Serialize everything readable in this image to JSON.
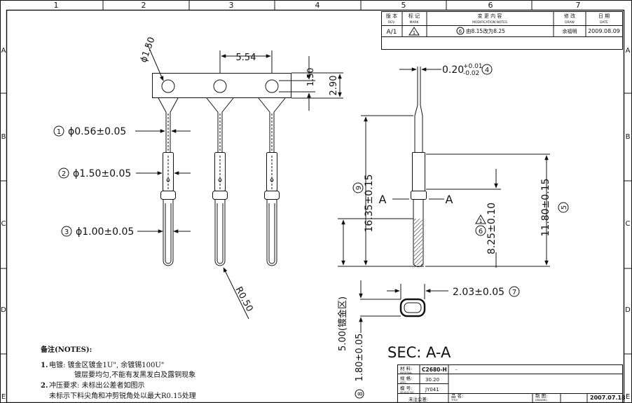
{
  "grid": {
    "columns": [
      "1",
      "2",
      "3",
      "4",
      "5",
      "6",
      "7"
    ],
    "rows": [
      "A",
      "B",
      "C",
      "D",
      "E"
    ]
  },
  "revision_table": {
    "headers": {
      "rev": "版 本",
      "rev_en": "REV.",
      "mark": "标 记",
      "mark_en": "MARK",
      "desc": "变 更 内 容",
      "desc_en": "MODIFICATION NOTES",
      "drawn": "修 改",
      "drawn_en": "DRAW",
      "date": "日 期",
      "date_en": "DATE"
    },
    "row": {
      "rev": "A/1",
      "mark": "1",
      "item": "6",
      "desc": "由8.15改为8.25",
      "drawn": "余福明",
      "date": "2009.08.09"
    }
  },
  "dimensions": {
    "phi150": "ϕ1.50",
    "d554": "5.54",
    "d150": "1.50",
    "d290": "2.90",
    "item1_num": "1",
    "item1": "ϕ0.56±0.05",
    "item2_num": "2",
    "item2": "ϕ1.50±0.05",
    "item3_num": "3",
    "item3": "ϕ1.00±0.05",
    "r050": "R0.50",
    "thick_base": "0.20",
    "thick_tol_plus": "+0.01",
    "thick_tol_minus": "-0.02",
    "thick_item": "4",
    "d1635": "16.35±0.15",
    "d1635_item": "9",
    "section_a": "A",
    "d825": "8.25±0.10",
    "d825_item": "6",
    "d825_flag": "1",
    "d1180": "11.80±0.15",
    "d1180_item": "5",
    "d203": "2.03±0.05",
    "d203_item": "7",
    "d500": "5.00(镀金区)",
    "d180": "1.80±0.05",
    "d180_item": "8",
    "sec_label": "SEC: A-A"
  },
  "notes": {
    "title": "备注(NOTES):",
    "n1_num": "1.",
    "n1": "电镀: 镀金区镀金1U\", 余镀锡100U\"",
    "n1b": "镀层要均匀,不能有发黑发白及露铜现象",
    "n2_num": "2.",
    "n2": "冲压要求: 未标出公差者如图示",
    "n2b": "未标示下料尖角和冲剪锐角处以最大R0.15处理"
  },
  "title_block": {
    "material_label": "材 料:",
    "material_label_en": "MATERIAL",
    "material_value": "C2680-H",
    "spec_label": "规 格:",
    "spec_label_en": "SPEC.",
    "spec_value": "30.20",
    "mould_label": "模 号:",
    "mould_label_en": "MOULD NO.",
    "mould_value": "JY041",
    "tolerance_label": "未注公差:",
    "part_label": "品 名:",
    "part_label_en": "TITLE",
    "drawn_label": "制 图:",
    "drawn_label_en": "DRAWING",
    "date": "2007.07.18",
    "dash": "-"
  }
}
